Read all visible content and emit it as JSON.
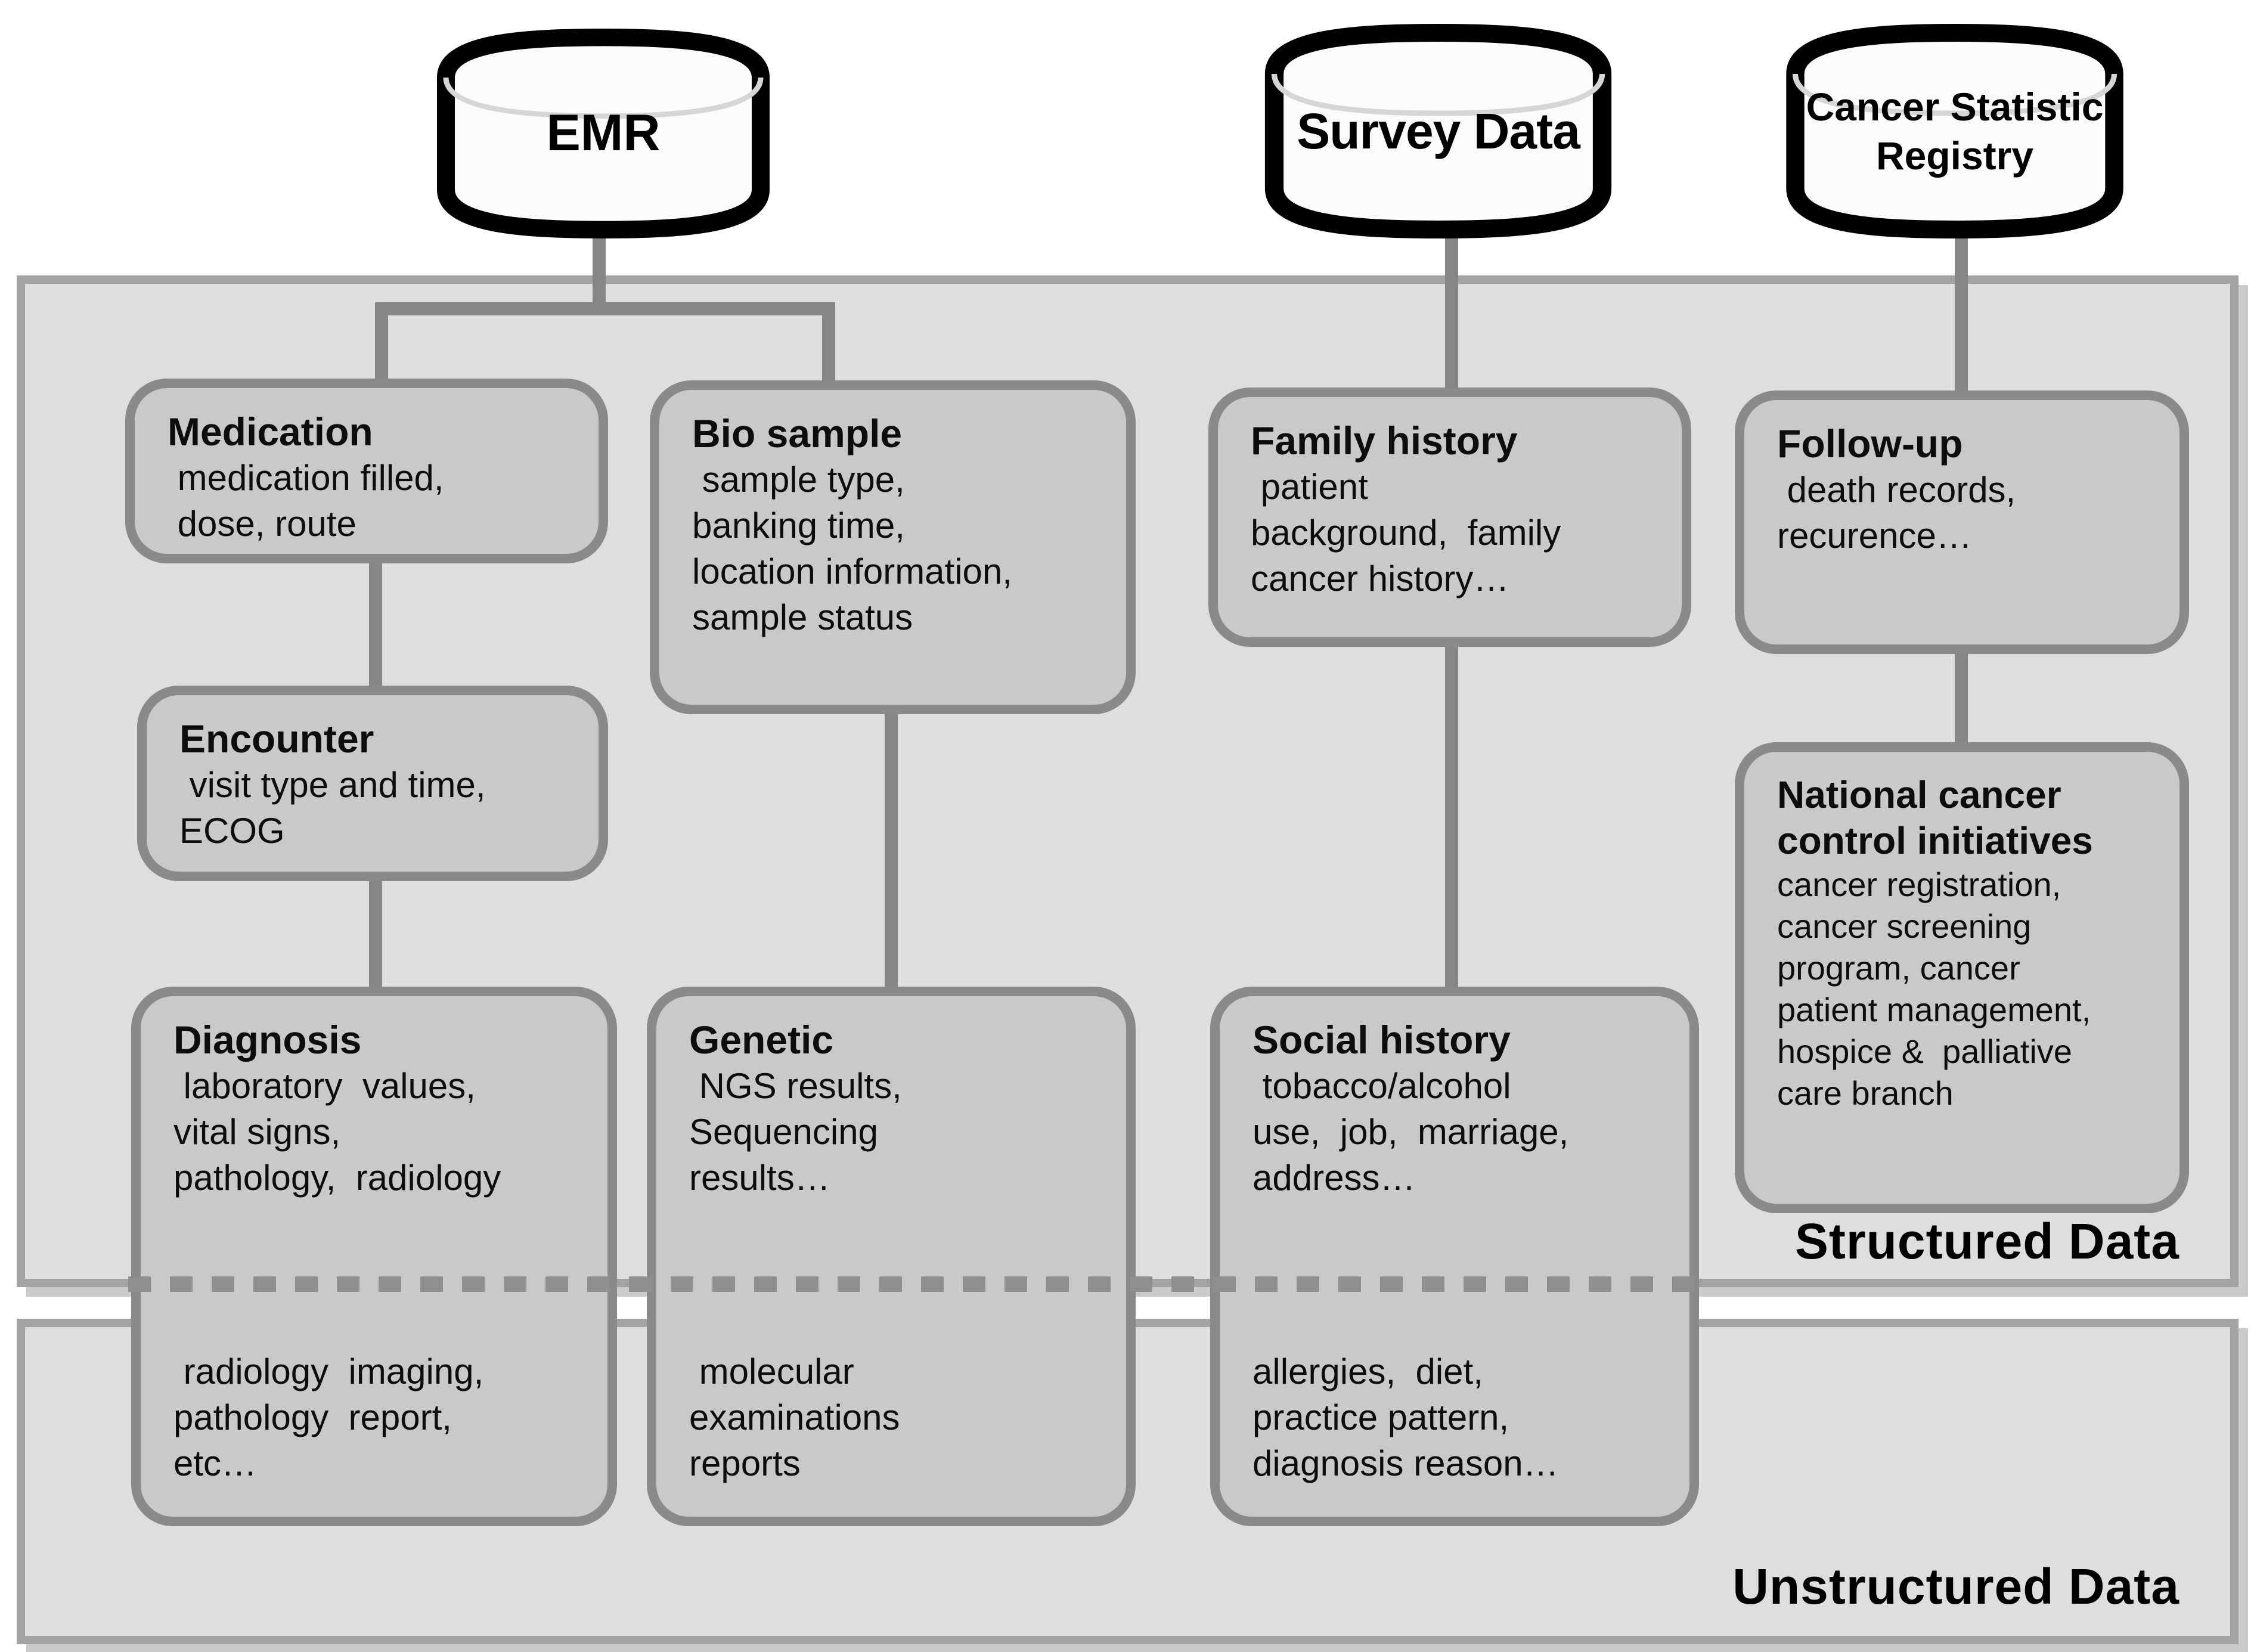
{
  "sources": [
    {
      "label": "EMR"
    },
    {
      "label": "Survey Data"
    },
    {
      "label": "Cancer Statistic Registry"
    }
  ],
  "regions": {
    "structured_label": "Structured Data",
    "unstructured_label": "Unstructured Data"
  },
  "boxes": {
    "medication": {
      "title": "Medication",
      "body": " medication filled,\n dose, route"
    },
    "bio_sample": {
      "title": "Bio sample",
      "body": " sample type,\nbanking time,\nlocation information,\nsample status"
    },
    "family_history": {
      "title": "Family history",
      "body": " patient\nbackground,  family\ncancer history…"
    },
    "follow_up": {
      "title": "Follow-up",
      "body": " death records,\nrecurence…"
    },
    "encounter": {
      "title": "Encounter",
      "body": " visit type and time,\nECOG"
    },
    "national": {
      "title": "National cancer\ncontrol initiatives",
      "body": "cancer registration,\ncancer screening\nprogram, cancer\npatient management,\nhospice &  palliative\ncare branch"
    },
    "diagnosis": {
      "title": "Diagnosis",
      "body": " laboratory  values,\nvital signs,\npathology,  radiology",
      "unstructured_body": " radiology  imaging,\npathology  report,\netc…"
    },
    "genetic": {
      "title": "Genetic",
      "body": " NGS results,\nSequencing\nresults…",
      "unstructured_body": " molecular\nexaminations\nreports"
    },
    "social_history": {
      "title": "Social history",
      "body": " tobacco/alcohol\nuse,  job,  marriage,\naddress…",
      "unstructured_body": "allergies,  diet,\npractice pattern,\ndiagnosis reason…"
    }
  },
  "colors": {
    "region_fill": "#dedede",
    "box_fill": "#c9c9c9",
    "box_border": "#8a8a8a",
    "connector": "#868686",
    "cylinder_stroke": "#000000"
  }
}
